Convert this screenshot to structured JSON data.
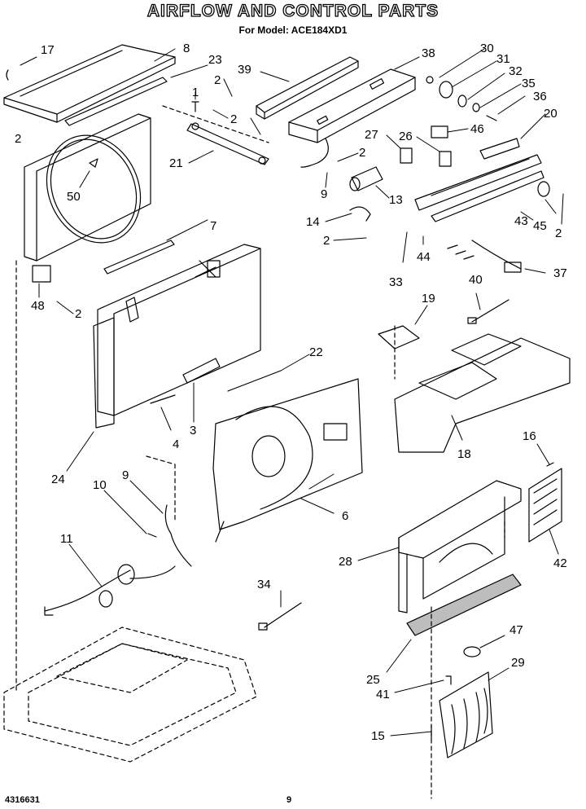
{
  "header": {
    "title": "AIRFLOW AND CONTROL PARTS",
    "subtitle": "For Model: ACE184XD1"
  },
  "footer": {
    "doc_number": "4316631",
    "page_number": "9"
  },
  "callouts": {
    "c17": "17",
    "c8": "8",
    "c23": "23",
    "c39": "39",
    "c38": "38",
    "c30": "30",
    "c31": "31",
    "c32": "32",
    "c35": "35",
    "c36": "36",
    "c20": "20",
    "c2_a": "2",
    "c1": "1",
    "c2_b": "2",
    "c2_c": "2",
    "c21": "21",
    "c50": "50",
    "c27": "27",
    "c26": "26",
    "c46": "46",
    "c2_d": "2",
    "c9_a": "9",
    "c13": "13",
    "c14": "14",
    "c2_e": "2",
    "c2_f": "2",
    "c33": "33",
    "c44": "44",
    "c43": "43",
    "c45": "45",
    "c37": "37",
    "c40": "40",
    "c7": "7",
    "c48": "48",
    "c2_g": "2",
    "c19": "19",
    "c22": "22",
    "c4": "4",
    "c3": "3",
    "c24": "24",
    "c18": "18",
    "c16": "16",
    "c9_b": "9",
    "c10": "10",
    "c6": "6",
    "c11": "11",
    "c28": "28",
    "c42": "42",
    "c34": "34",
    "c47": "47",
    "c29": "29",
    "c25": "25",
    "c41": "41",
    "c15": "15"
  }
}
